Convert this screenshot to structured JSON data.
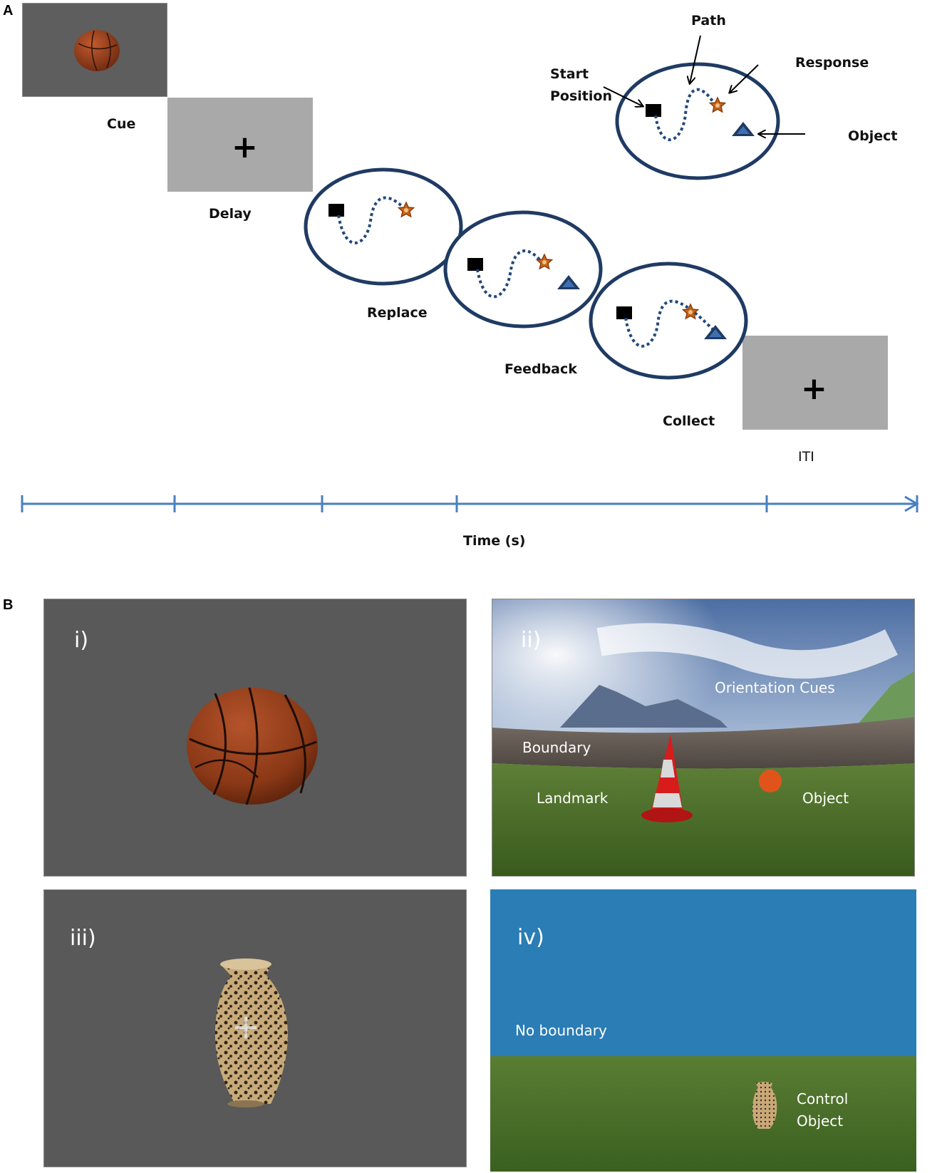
{
  "panel_a": {
    "letter": "A",
    "stages": {
      "cue": "Cue",
      "delay": "Delay",
      "replace": "Replace",
      "feedback": "Feedback",
      "collect": "Collect",
      "iti": "ITI"
    },
    "legend": {
      "start_position_line1": "Start",
      "start_position_line2": "Position",
      "path": "Path",
      "response": "Response",
      "object": "Object"
    },
    "fixation_symbol": "+",
    "axis_label": "Time (s)"
  },
  "panel_b": {
    "letter": "B",
    "scenes": [
      {
        "numeral": "i)"
      },
      {
        "numeral": "ii)",
        "labels": {
          "orientation": "Orientation Cues",
          "boundary": "Boundary",
          "landmark": "Landmark",
          "object": "Object"
        }
      },
      {
        "numeral": "iii)",
        "fixation": "+"
      },
      {
        "numeral": "iv)",
        "labels": {
          "no_boundary": "No boundary",
          "control_line1": "Control",
          "control_line2": "Object"
        }
      }
    ]
  },
  "colors": {
    "arena_outline": "#1f3b63",
    "path": "#22487a",
    "star": "#b85a16",
    "triangle": "#2f5f9e",
    "axis": "#4a7fc0",
    "grey_screen": "#a9a9a9",
    "dark_screen": "#595959",
    "sky_blue": "#2a7db5"
  }
}
